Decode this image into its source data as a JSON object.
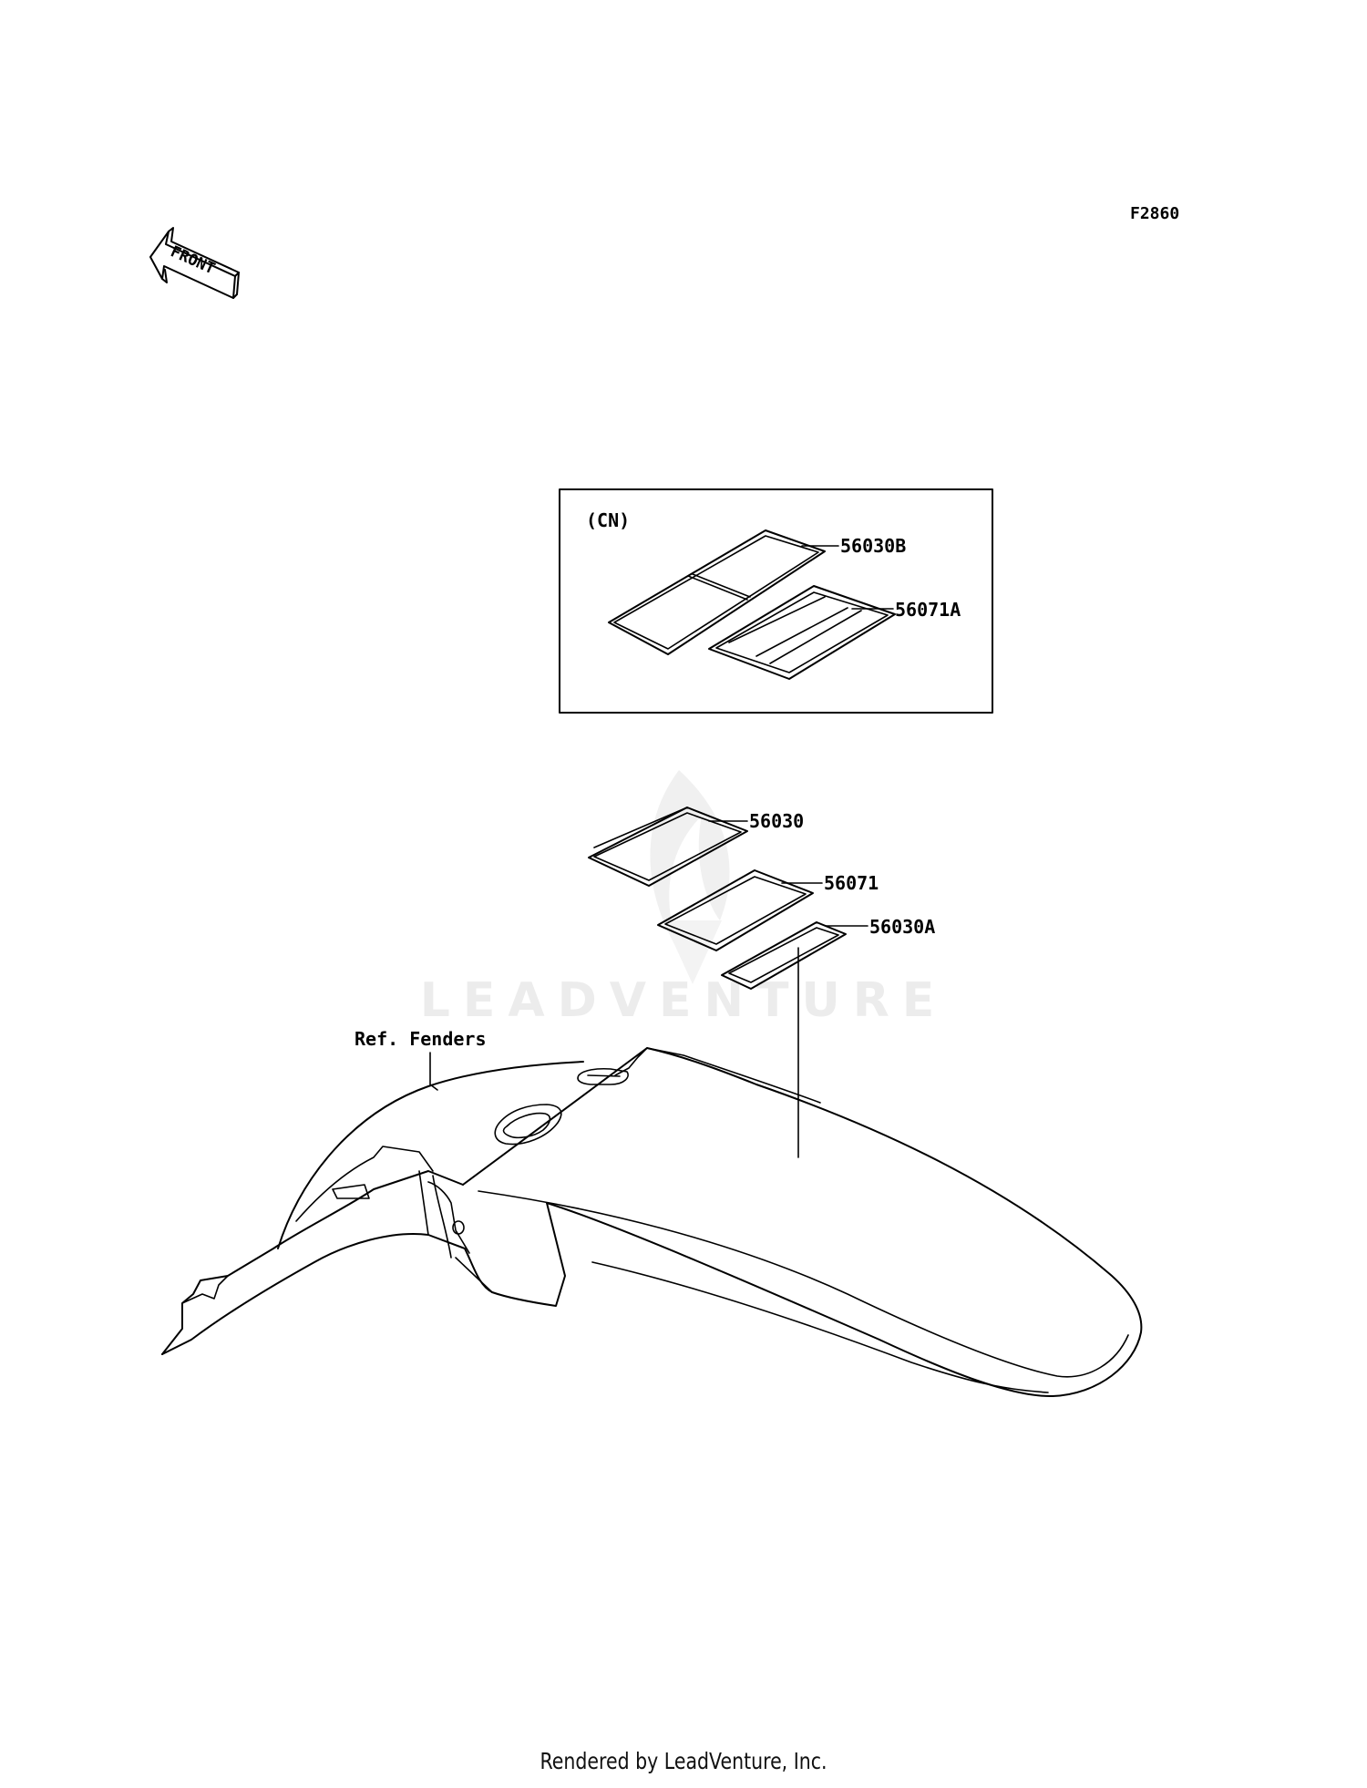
{
  "diagram": {
    "code": "F2860",
    "front_label": "FRONT",
    "inset": {
      "region": "(CN)",
      "parts": [
        "56030B",
        "56071A"
      ]
    },
    "parts": [
      "56030",
      "56071",
      "56030A"
    ],
    "ref_label": "Ref. Fenders",
    "watermark": "LEADVENTURE"
  },
  "footer": {
    "credit": "Rendered by LeadVenture, Inc."
  }
}
